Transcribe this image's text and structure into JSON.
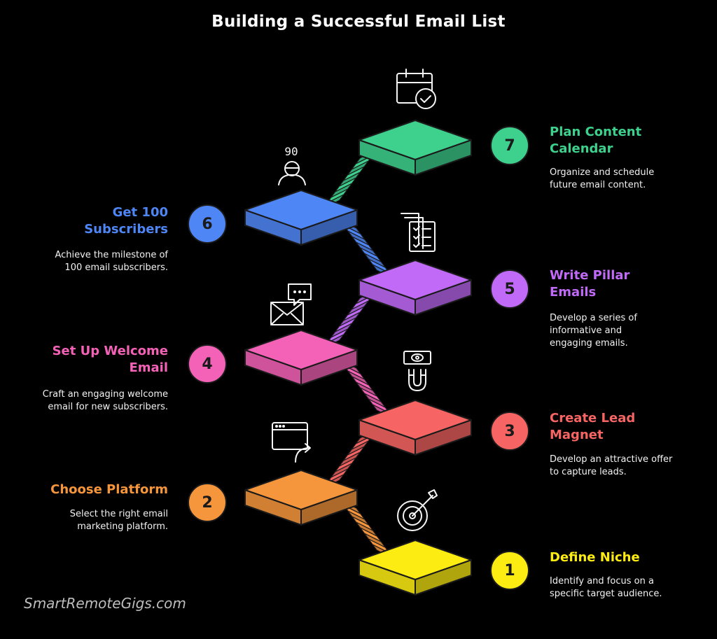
{
  "title": "Building a Successful Email List",
  "watermark": "SmartRemoteGigs.com",
  "icon_color": "#f5f5f5",
  "steps": [
    {
      "num": "1",
      "title": "Define Niche",
      "desc": "Identify and focus on a specific target audience.",
      "color": "#fcec12",
      "icon": "target-icon"
    },
    {
      "num": "2",
      "title": "Choose Platform",
      "desc": "Select the right email marketing platform.",
      "color": "#f6963c",
      "icon": "browser-redirect-icon"
    },
    {
      "num": "3",
      "title": "Create Lead Magnet",
      "desc": "Develop an attractive offer to capture leads.",
      "color": "#f66563",
      "icon": "magnet-eye-icon"
    },
    {
      "num": "4",
      "title": "Set Up Welcome Email",
      "desc": "Craft an engaging welcome email for new subscribers.",
      "color": "#f362b6",
      "icon": "envelope-chat-icon"
    },
    {
      "num": "5",
      "title": "Write Pillar Emails",
      "desc": "Develop a series of informative and engaging emails.",
      "color": "#c06af7",
      "icon": "documents-checklist-icon"
    },
    {
      "num": "6",
      "title": "Get 100 Subscribers",
      "desc": "Achieve the milestone of 100 email subscribers.",
      "color": "#4f86f5",
      "icon": "user-count-icon"
    },
    {
      "num": "7",
      "title": "Plan Content Calendar",
      "desc": "Organize and schedule future email content.",
      "color": "#3ed18d",
      "icon": "calendar-check-icon"
    }
  ],
  "icon_texts": {
    "user_count": "90"
  }
}
